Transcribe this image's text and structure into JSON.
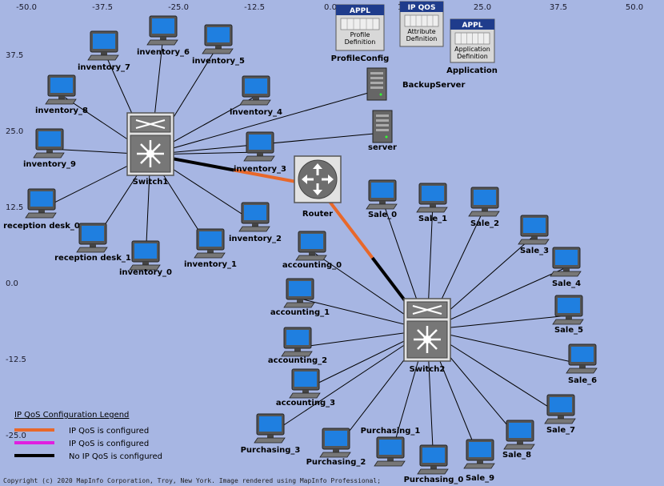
{
  "axis": {
    "x_ticks": [
      "-50.0",
      "-37.5",
      "-25.0",
      "-12.5",
      "0.0",
      "12.5",
      "25.0",
      "37.5",
      "50.0"
    ],
    "y_ticks": [
      "37.5",
      "25.0",
      "12.5",
      "0.0",
      "-12.5",
      "-25.0"
    ]
  },
  "config_objects": [
    {
      "id": "profile",
      "header": "APPL",
      "lines": [
        "Profile",
        "Definition"
      ],
      "label": "ProfileConfig"
    },
    {
      "id": "qos",
      "header": "IP QOS",
      "lines": [
        "Attribute",
        "Definition"
      ],
      "label": ""
    },
    {
      "id": "application",
      "header": "APPL",
      "lines": [
        "Application",
        "Definition"
      ],
      "label": "Application"
    }
  ],
  "nodes": [
    {
      "id": "inventory_7",
      "type": "workstation",
      "label": "inventory_7"
    },
    {
      "id": "inventory_6",
      "type": "workstation",
      "label": "inventory_6"
    },
    {
      "id": "inventory_5",
      "type": "workstation",
      "label": "inventory_5"
    },
    {
      "id": "inventory_4",
      "type": "workstation",
      "label": "inventory_4"
    },
    {
      "id": "inventory_8",
      "type": "workstation",
      "label": "inventory_8"
    },
    {
      "id": "inventory_9",
      "type": "workstation",
      "label": "inventory_9"
    },
    {
      "id": "inventory_3",
      "type": "workstation",
      "label": "inventory_3"
    },
    {
      "id": "reception_desk_0",
      "type": "workstation",
      "label": "reception desk_0"
    },
    {
      "id": "reception_desk_1",
      "type": "workstation",
      "label": "reception desk_1"
    },
    {
      "id": "inventory_0",
      "type": "workstation",
      "label": "inventory_0"
    },
    {
      "id": "inventory_1",
      "type": "workstation",
      "label": "inventory_1"
    },
    {
      "id": "inventory_2",
      "type": "workstation",
      "label": "inventory_2"
    },
    {
      "id": "switch1",
      "type": "switch",
      "label": "Switch1"
    },
    {
      "id": "router",
      "type": "router",
      "label": "Router"
    },
    {
      "id": "backup_server",
      "type": "server",
      "label": "BackupServer"
    },
    {
      "id": "server",
      "type": "server",
      "label": "server"
    },
    {
      "id": "switch2",
      "type": "switch",
      "label": "Switch2"
    },
    {
      "id": "sale_0",
      "type": "workstation",
      "label": "Sale_0"
    },
    {
      "id": "sale_1",
      "type": "workstation",
      "label": "Sale_1"
    },
    {
      "id": "sale_2",
      "type": "workstation",
      "label": "Sale_2"
    },
    {
      "id": "sale_3",
      "type": "workstation",
      "label": "Sale_3"
    },
    {
      "id": "sale_4",
      "type": "workstation",
      "label": "Sale_4"
    },
    {
      "id": "sale_5",
      "type": "workstation",
      "label": "Sale_5"
    },
    {
      "id": "sale_6",
      "type": "workstation",
      "label": "Sale_6"
    },
    {
      "id": "sale_7",
      "type": "workstation",
      "label": "Sale_7"
    },
    {
      "id": "sale_8",
      "type": "workstation",
      "label": "Sale_8"
    },
    {
      "id": "sale_9",
      "type": "workstation",
      "label": "Sale_9"
    },
    {
      "id": "accounting_0",
      "type": "workstation",
      "label": "accounting_0"
    },
    {
      "id": "accounting_1",
      "type": "workstation",
      "label": "accounting_1"
    },
    {
      "id": "accounting_2",
      "type": "workstation",
      "label": "accounting_2"
    },
    {
      "id": "accounting_3",
      "type": "workstation",
      "label": "accounting_3"
    },
    {
      "id": "purchasing_0",
      "type": "workstation",
      "label": "Purchasing_0"
    },
    {
      "id": "purchasing_1",
      "type": "workstation",
      "label": "Purchasing_1"
    },
    {
      "id": "purchasing_2",
      "type": "workstation",
      "label": "Purchasing_2"
    },
    {
      "id": "purchasing_3",
      "type": "workstation",
      "label": "Purchasing_3"
    }
  ],
  "links": [
    {
      "from": "switch1",
      "to": "inventory_7",
      "style": "thin"
    },
    {
      "from": "switch1",
      "to": "inventory_6",
      "style": "thin"
    },
    {
      "from": "switch1",
      "to": "inventory_5",
      "style": "thin"
    },
    {
      "from": "switch1",
      "to": "inventory_4",
      "style": "thin"
    },
    {
      "from": "switch1",
      "to": "inventory_8",
      "style": "thin"
    },
    {
      "from": "switch1",
      "to": "inventory_9",
      "style": "thin"
    },
    {
      "from": "switch1",
      "to": "inventory_3",
      "style": "thin"
    },
    {
      "from": "switch1",
      "to": "reception_desk_0",
      "style": "thin"
    },
    {
      "from": "switch1",
      "to": "reception_desk_1",
      "style": "thin"
    },
    {
      "from": "switch1",
      "to": "inventory_0",
      "style": "thin"
    },
    {
      "from": "switch1",
      "to": "inventory_1",
      "style": "thin"
    },
    {
      "from": "switch1",
      "to": "inventory_2",
      "style": "thin"
    },
    {
      "from": "switch1",
      "to": "backup_server",
      "style": "thin"
    },
    {
      "from": "switch1",
      "to": "server",
      "style": "thin"
    },
    {
      "from": "switch1",
      "to": "router",
      "style": "qos_split"
    },
    {
      "from": "router",
      "to": "switch2",
      "style": "qos_split"
    },
    {
      "from": "switch2",
      "to": "sale_0",
      "style": "thin"
    },
    {
      "from": "switch2",
      "to": "sale_1",
      "style": "thin"
    },
    {
      "from": "switch2",
      "to": "sale_2",
      "style": "thin"
    },
    {
      "from": "switch2",
      "to": "sale_3",
      "style": "thin"
    },
    {
      "from": "switch2",
      "to": "sale_4",
      "style": "thin"
    },
    {
      "from": "switch2",
      "to": "sale_5",
      "style": "thin"
    },
    {
      "from": "switch2",
      "to": "sale_6",
      "style": "thin"
    },
    {
      "from": "switch2",
      "to": "sale_7",
      "style": "thin"
    },
    {
      "from": "switch2",
      "to": "sale_8",
      "style": "thin"
    },
    {
      "from": "switch2",
      "to": "sale_9",
      "style": "thin"
    },
    {
      "from": "switch2",
      "to": "accounting_0",
      "style": "thin"
    },
    {
      "from": "switch2",
      "to": "accounting_1",
      "style": "thin"
    },
    {
      "from": "switch2",
      "to": "accounting_2",
      "style": "thin"
    },
    {
      "from": "switch2",
      "to": "accounting_3",
      "style": "thin"
    },
    {
      "from": "switch2",
      "to": "purchasing_0",
      "style": "thin"
    },
    {
      "from": "switch2",
      "to": "purchasing_1",
      "style": "thin"
    },
    {
      "from": "switch2",
      "to": "purchasing_2",
      "style": "thin"
    },
    {
      "from": "switch2",
      "to": "purchasing_3",
      "style": "thin"
    }
  ],
  "legend": {
    "title": "IP QoS Configuration Legend",
    "items": [
      {
        "color": "#e8682a",
        "text": "IP QoS is configured"
      },
      {
        "color": "#e020e0",
        "text": "IP QoS is configured"
      },
      {
        "color": "#000000",
        "text": "No IP QoS is configured"
      }
    ]
  },
  "colors": {
    "background": "#a7b6e3",
    "qos_configured": "#e8682a",
    "no_qos": "#000000",
    "thin_link": "#000000"
  },
  "copyright": "Copyright (c) 2020 MapInfo Corporation, Troy, New York. Image rendered using MapInfo Professional;"
}
